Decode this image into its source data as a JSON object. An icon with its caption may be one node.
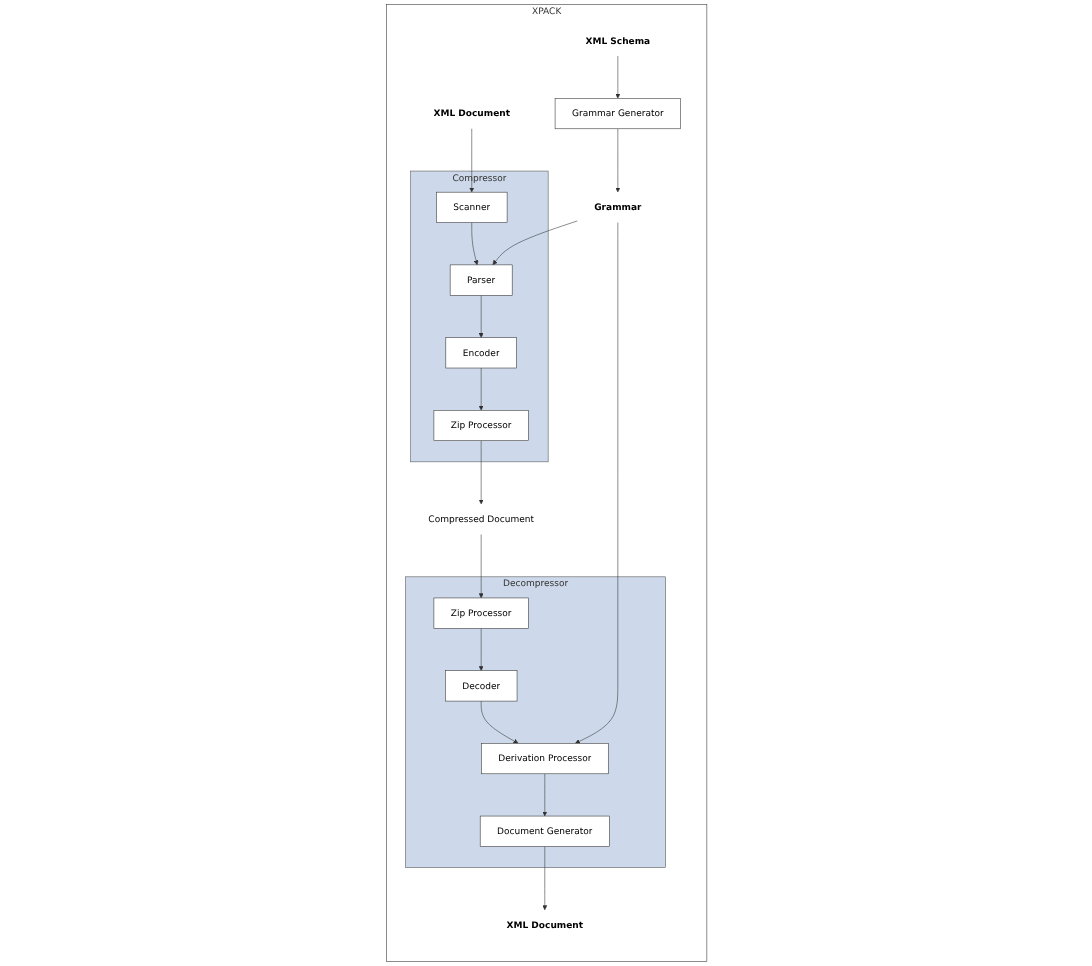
{
  "diagram": {
    "nodes": [
      {
        "text": [
          "XPACK"
        ]
      },
      {
        "text": [
          "XML Document"
        ],
        "in": 0
      },
      {
        "text": [
          "Compressor"
        ],
        "in": 0
      },
      {
        "text": [
          "Scanner"
        ],
        "in": 2
      },
      {
        "text": [
          "Parser"
        ],
        "in": 2
      },
      {
        "text": [
          "Encoder"
        ],
        "in": 2
      },
      {
        "text": [
          "Zip Processor"
        ],
        "in": 2
      },
      {
        "text": [
          "XML Schema"
        ],
        "in": 0
      },
      {
        "text": [
          "Grammar Generator"
        ],
        "in": 0
      },
      {
        "text": [
          "Grammar"
        ],
        "in": 0
      },
      {
        "text": [
          "Compressed Document"
        ],
        "in": 0
      },
      {
        "text": [
          "XML Document"
        ],
        "in": 0
      },
      {
        "text": [
          "Decompressor"
        ],
        "in": 0
      },
      {
        "text": [
          "Document Generator"
        ],
        "in": 12
      },
      {
        "text": [
          "Derivation Processor"
        ],
        "in": 12
      },
      {
        "text": [
          "Decoder"
        ],
        "in": 12
      },
      {
        "text": [
          "Zip Processor"
        ],
        "in": 12
      }
    ],
    "edges": [
      {
        "from": 1,
        "to": 3,
        "arrow": "to"
      },
      {
        "from": 3,
        "to": 4,
        "arrow": "to"
      },
      {
        "from": 4,
        "to": 5,
        "arrow": "to"
      },
      {
        "from": 5,
        "to": 6,
        "arrow": "to"
      },
      {
        "from": 7,
        "to": 8,
        "arrow": "to"
      },
      {
        "from": 8,
        "to": 9,
        "arrow": "to"
      },
      {
        "from": 9,
        "to": 4,
        "arrow": "to"
      },
      {
        "from": 9,
        "to": 14,
        "arrow": "to"
      },
      {
        "from": 6,
        "to": 10,
        "arrow": "to"
      },
      {
        "from": 10,
        "to": 16,
        "arrow": "to"
      },
      {
        "from": 16,
        "to": 15,
        "arrow": "to"
      },
      {
        "from": 15,
        "to": 14,
        "arrow": "to"
      },
      {
        "from": 14,
        "to": 13,
        "arrow": "to"
      },
      {
        "from": 13,
        "to": 11,
        "arrow": "to"
      }
    ]
  }
}
